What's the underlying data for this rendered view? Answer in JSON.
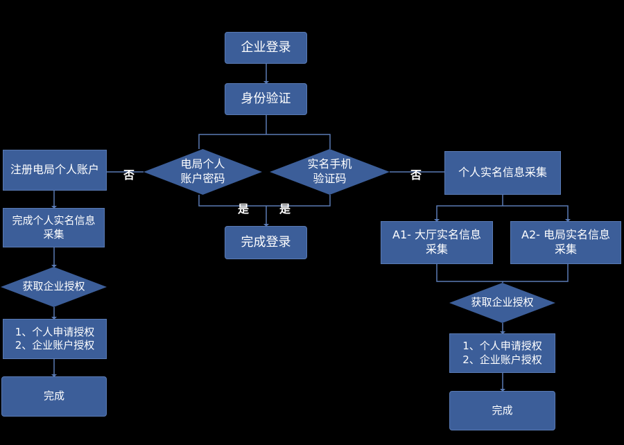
{
  "colors": {
    "background": "#000000",
    "node": "#3C5E99",
    "line": "#5A7BB5",
    "text": "#FFFFFF"
  },
  "nodes": {
    "enterprise_login": "企业登录",
    "identity_verify": "身份验证",
    "decision_password": "电局个人\n账户密码",
    "decision_phone": "实名手机\n验证码",
    "done_login": "完成登录",
    "register_account": "注册电局个人账户",
    "complete_realname": "完成个人实名信息\n采集",
    "get_auth_left": "获取企业授权",
    "auth_methods_left": "1、个人申请授权\n2、企业账户授权",
    "done_left": "完成",
    "realname_collect": "个人实名信息采集",
    "hall_collect": "A1- 大厅实名信息\n采集",
    "bureau_collect": "A2- 电局实名信息\n采集",
    "get_auth_right": "获取企业授权",
    "auth_methods_right": "1、个人申请授权\n2、企业账户授权",
    "done_right": "完成"
  },
  "edge_labels": {
    "no_left": "否",
    "no_right": "否",
    "yes_left": "是",
    "yes_right": "是"
  }
}
